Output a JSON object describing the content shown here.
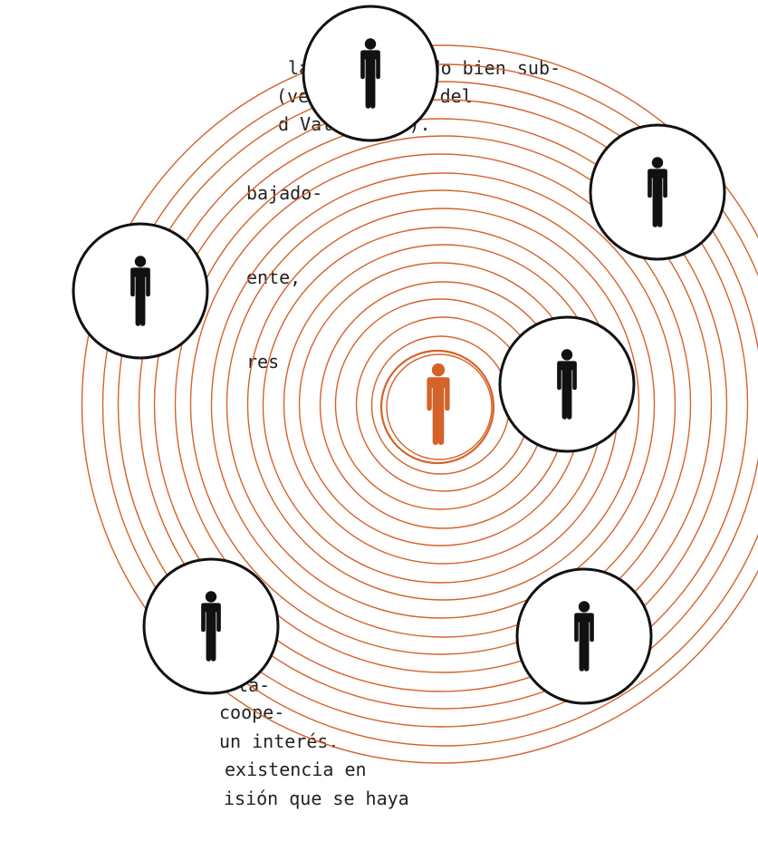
{
  "text_top": [
    "la ley debiendo bien sub-",
    "(ver supuestos del",
    "d Valenciana)."
  ],
  "text_mid": [
    "bajado-",
    "ente,",
    "res"
  ],
  "text_bottom": [
    "orta-",
    "coope-",
    "un interés.",
    "existencia en",
    "isión que se haya"
  ],
  "colors": {
    "ring": "#d4632a",
    "center_person": "#d4632a",
    "person": "#111111",
    "circle_fill": "#ffffff",
    "circle_stroke": "#111111"
  },
  "icons": {
    "center": "person-icon",
    "outer": "person-icon"
  }
}
